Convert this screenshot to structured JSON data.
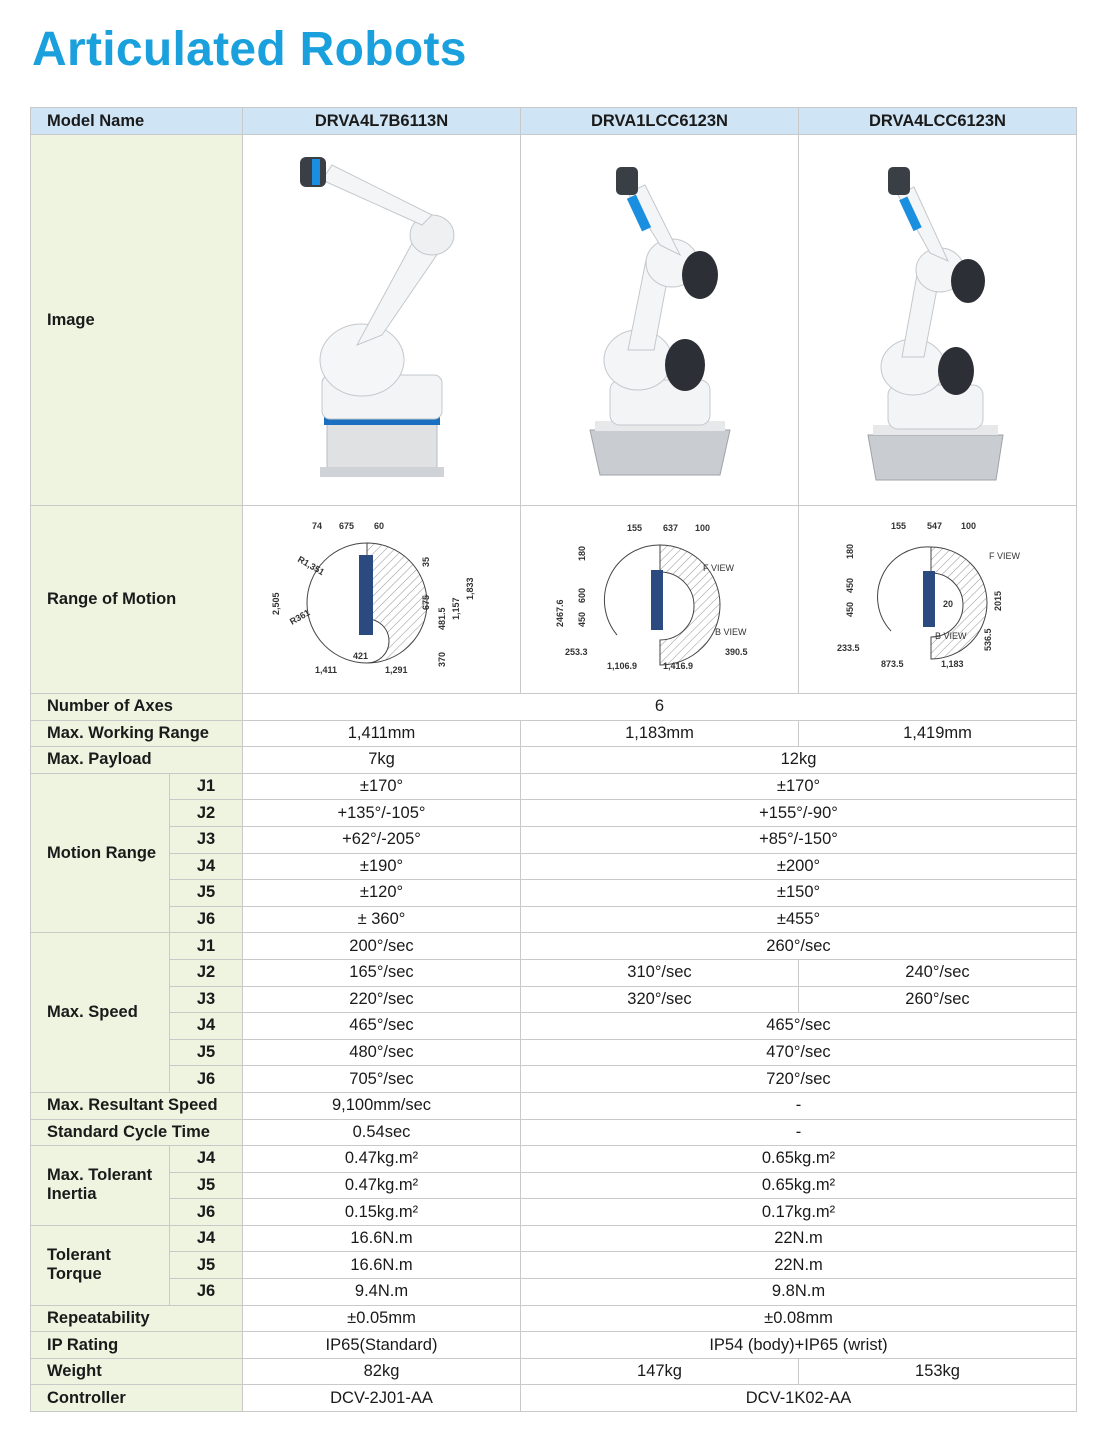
{
  "title": "Articulated Robots",
  "header": {
    "label": "Model Name",
    "models": [
      "DRVA4L7B6113N",
      "DRVA1LCC6123N",
      "DRVA4LCC6123N"
    ]
  },
  "image_label": "Image",
  "range_label": "Range of Motion",
  "diagrams": {
    "d1": {
      "t1": "74",
      "t2": "675",
      "t3": "60",
      "r1": "R1,351",
      "r2": "R361",
      "h1": "2,505",
      "v1": "35",
      "v2": "675",
      "v3": "481.5",
      "v4": "1,157",
      "v5": "1,833",
      "v6": "370",
      "b1": "421",
      "b2": "1,411",
      "b3": "1,291"
    },
    "d2": {
      "t1": "155",
      "t2": "637",
      "t3": "100",
      "v1": "180",
      "v2": "600",
      "v3": "450",
      "h1": "2467.6",
      "f": "F VIEW",
      "bv": "B VIEW",
      "l1": "253.3",
      "r1": "390.5",
      "b1": "1,106.9",
      "b2": "1,416.9"
    },
    "d3": {
      "t1": "155",
      "t2": "547",
      "t3": "100",
      "v1": "180",
      "v2": "450",
      "v3": "450",
      "f": "F VIEW",
      "c": "20",
      "bv": "B VIEW",
      "r1": "2015",
      "r2": "536.5",
      "l1": "233.5",
      "b1": "873.5",
      "b2": "1,183"
    }
  },
  "rows": {
    "axes": {
      "label": "Number of Axes",
      "value": "6"
    },
    "reach": {
      "label": "Max. Working Range",
      "values": [
        "1,411mm",
        "1,183mm",
        "1,419mm"
      ]
    },
    "payload": {
      "label": "Max. Payload",
      "values": [
        "7kg",
        "12kg"
      ]
    },
    "motion": {
      "label": "Motion Range",
      "rows": [
        {
          "j": "J1",
          "a": "±170°",
          "b": "±170°"
        },
        {
          "j": "J2",
          "a": "+135°/-105°",
          "b": "+155°/-90°"
        },
        {
          "j": "J3",
          "a": "+62°/-205°",
          "b": "+85°/-150°"
        },
        {
          "j": "J4",
          "a": "±190°",
          "b": "±200°"
        },
        {
          "j": "J5",
          "a": "±120°",
          "b": "±150°"
        },
        {
          "j": "J6",
          "a": "± 360°",
          "b": "±455°"
        }
      ]
    },
    "speed": {
      "label": "Max. Speed",
      "j1": {
        "j": "J1",
        "a": "200°/sec",
        "b": "260°/sec"
      },
      "j2": {
        "j": "J2",
        "a": "165°/sec",
        "b": "310°/sec",
        "c": "240°/sec"
      },
      "j3": {
        "j": "J3",
        "a": "220°/sec",
        "b": "320°/sec",
        "c": "260°/sec"
      },
      "j4": {
        "j": "J4",
        "a": "465°/sec",
        "b": "465°/sec"
      },
      "j5": {
        "j": "J5",
        "a": "480°/sec",
        "b": "470°/sec"
      },
      "j6": {
        "j": "J6",
        "a": "705°/sec",
        "b": "720°/sec"
      }
    },
    "resultant": {
      "label": "Max. Resultant Speed",
      "a": "9,100mm/sec",
      "b": "-"
    },
    "cycle": {
      "label": "Standard Cycle Time",
      "a": "0.54sec",
      "b": "-"
    },
    "inertia": {
      "label": "Max. Tolerant Inertia",
      "rows": [
        {
          "j": "J4",
          "a": "0.47kg.m²",
          "b": "0.65kg.m²"
        },
        {
          "j": "J5",
          "a": "0.47kg.m²",
          "b": "0.65kg.m²"
        },
        {
          "j": "J6",
          "a": "0.15kg.m²",
          "b": "0.17kg.m²"
        }
      ]
    },
    "torque": {
      "label": "Tolerant Torque",
      "rows": [
        {
          "j": "J4",
          "a": "16.6N.m",
          "b": "22N.m"
        },
        {
          "j": "J5",
          "a": "16.6N.m",
          "b": "22N.m"
        },
        {
          "j": "J6",
          "a": "9.4N.m",
          "b": "9.8N.m"
        }
      ]
    },
    "repeat": {
      "label": "Repeatability",
      "a": "±0.05mm",
      "b": "±0.08mm"
    },
    "ip": {
      "label": "IP Rating",
      "a": "IP65(Standard)",
      "b": "IP54 (body)+IP65 (wrist)"
    },
    "weight": {
      "label": "Weight",
      "values": [
        "82kg",
        "147kg",
        "153kg"
      ]
    },
    "controller": {
      "label": "Controller",
      "a": "DCV-2J01-AA",
      "b": "DCV-1K02-AA"
    }
  }
}
